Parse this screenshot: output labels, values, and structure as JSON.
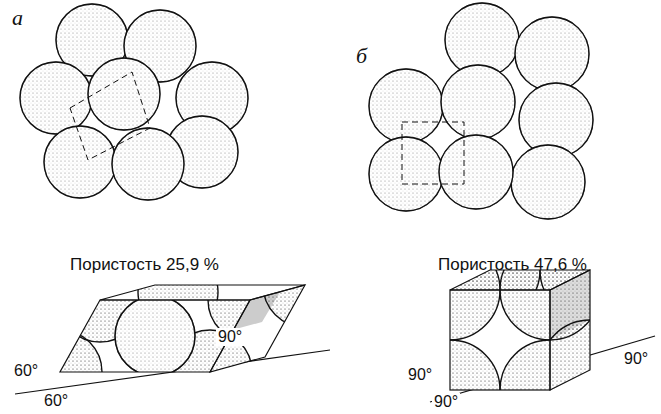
{
  "diagram": {
    "labels": [
      "а",
      "б",
      "Пористость 25,9 %",
      "Пористость 47,6 %",
      "60°",
      "60°",
      "90°",
      "90°",
      "90°",
      "90°"
    ]
  }
}
